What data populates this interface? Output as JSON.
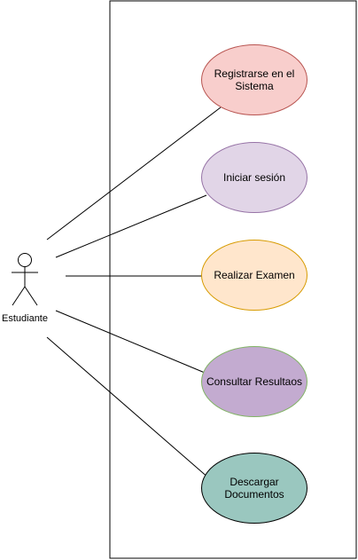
{
  "actor": {
    "name": "Estudiante"
  },
  "use_cases": [
    {
      "id": "uc1",
      "lines": [
        "Registrarse en el",
        "Sistema"
      ],
      "fill": "#f8cecc",
      "stroke": "#b85450"
    },
    {
      "id": "uc2",
      "lines": [
        "Iniciar sesión"
      ],
      "fill": "#e1d5e7",
      "stroke": "#9673a6"
    },
    {
      "id": "uc3",
      "lines": [
        "Realizar Examen"
      ],
      "fill": "#ffe6cc",
      "stroke": "#d79b00"
    },
    {
      "id": "uc4",
      "lines": [
        "Consultar Resultaos"
      ],
      "fill": "#c3abd0",
      "stroke": "#82b366"
    },
    {
      "id": "uc5",
      "lines": [
        "Descargar",
        "Documentos"
      ],
      "fill": "#9ac7bf",
      "stroke": "#000000"
    }
  ]
}
